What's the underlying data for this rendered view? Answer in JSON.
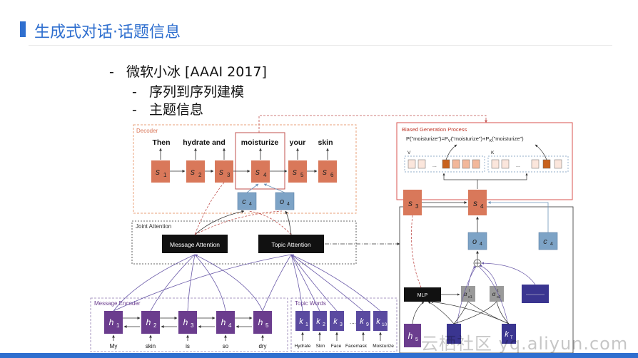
{
  "slide": {
    "title": "生成式对话·话题信息",
    "bullets": [
      {
        "text": "微软小冰 [AAAI 2017]"
      },
      {
        "text": "序列到序列建模"
      },
      {
        "text": "主题信息"
      }
    ],
    "watermark": "云栖社区 yq.aliyun.com",
    "colors": {
      "accent": "#2f6fcf",
      "state_orange": "#d9785a",
      "state_blue": "#6d93b8",
      "encoder_purple": "#6b3d8e"
    }
  },
  "diagram": {
    "decoder": {
      "label": "Decoder",
      "words": [
        "Then",
        "hydrate and",
        "moisturize",
        "your",
        "skin"
      ],
      "states": [
        {
          "base": "s",
          "sub": "1"
        },
        {
          "base": "s",
          "sub": "2"
        },
        {
          "base": "s",
          "sub": "3"
        },
        {
          "base": "s",
          "sub": "4"
        },
        {
          "base": "s",
          "sub": "5"
        },
        {
          "base": "s",
          "sub": "6"
        }
      ],
      "context": [
        {
          "base": "c",
          "sub": "4"
        },
        {
          "base": "o",
          "sub": "4"
        }
      ]
    },
    "joint_attention": {
      "label": "Joint Attention",
      "message_attention": "Message Attention",
      "topic_attention": "Topic Attention"
    },
    "message_encoder": {
      "label": "Message Encoder",
      "states": [
        {
          "base": "h",
          "sub": "1"
        },
        {
          "base": "h",
          "sub": "2"
        },
        {
          "base": "h",
          "sub": "3"
        },
        {
          "base": "h",
          "sub": "4"
        },
        {
          "base": "h",
          "sub": "5"
        }
      ],
      "words": [
        "My",
        "skin",
        "is",
        "so",
        "dry"
      ]
    },
    "topic_words": {
      "label": "Topic Words",
      "states": [
        {
          "base": "k",
          "sub": "1"
        },
        {
          "base": "k",
          "sub": "2"
        },
        {
          "base": "k",
          "sub": "3"
        },
        {
          "base": "k",
          "sub": "9"
        },
        {
          "base": "k",
          "sub": "10"
        }
      ],
      "words": [
        "Hydrate",
        "Skin",
        "Face",
        "Facemask",
        "Moisturize"
      ],
      "ellipsis": "...."
    },
    "biased_generation": {
      "label": "Biased Generation Process",
      "formula_prefix": "P(\"moisturize\")=P",
      "formula_v": "V",
      "formula_mid": "(\"moisturize\")+P",
      "formula_k": "K",
      "formula_suffix": "(\"moisturize\")",
      "vocab_label": "V",
      "topic_label": "K",
      "ellipsis": "..."
    },
    "detail": {
      "s3": {
        "base": "s",
        "sub": "3"
      },
      "s4": {
        "base": "s",
        "sub": "4"
      },
      "o4": {
        "base": "o",
        "sub": "4"
      },
      "c4": {
        "base": "c",
        "sub": "4"
      },
      "mlp": "MLP",
      "alpha1": {
        "base": "α",
        "sup": "t",
        "sub": "o1"
      },
      "alpha2": {
        "base": "α",
        "sup": "t",
        "sub": "o2"
      },
      "h5": {
        "base": "h",
        "sub": "5"
      },
      "k_last": {
        "base": "k",
        "sub": "T"
      }
    }
  }
}
